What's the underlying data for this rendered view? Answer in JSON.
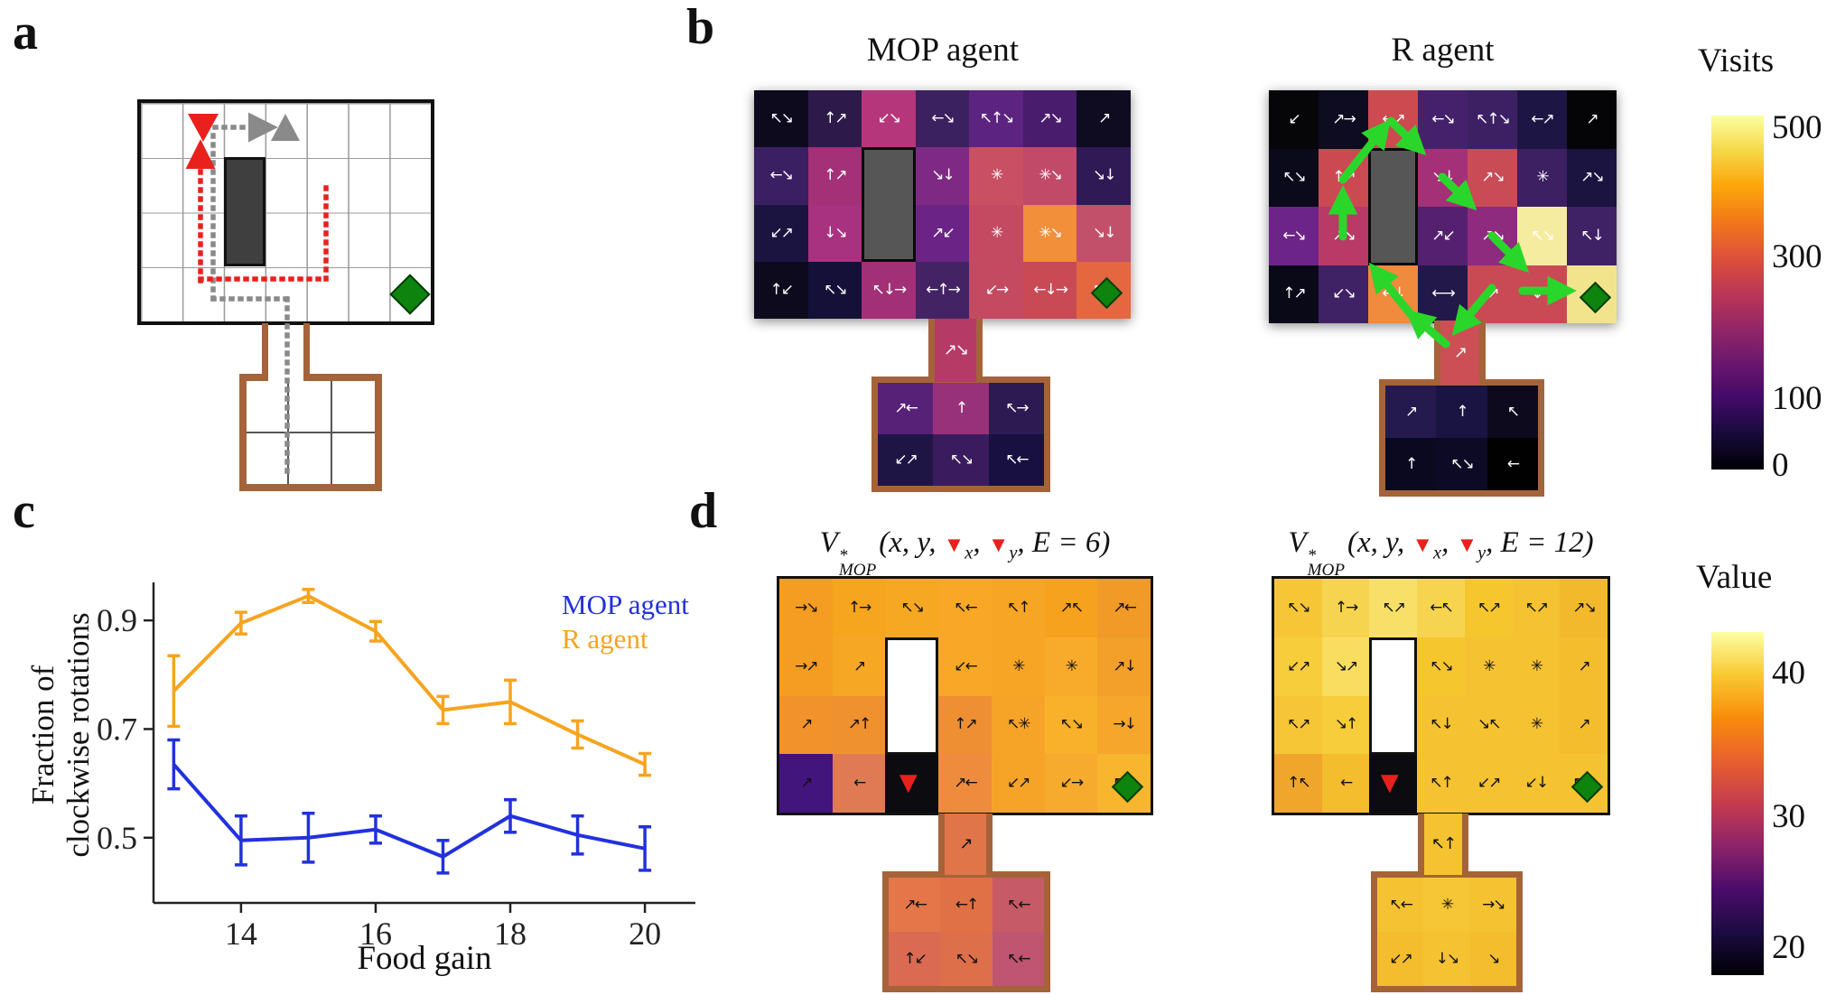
{
  "panels": {
    "a_label": "a",
    "b_label": "b",
    "c_label": "c",
    "d_label": "d"
  },
  "icons": {
    "down_triangle": "▼",
    "goal": "goal-diamond",
    "agent": "red-down-triangle"
  },
  "panel_a": {
    "gray_path": [
      [
        238,
        141,
        298,
        141,
        1
      ],
      [
        236,
        150,
        236,
        331,
        0
      ],
      [
        236,
        331,
        318,
        331,
        0
      ],
      [
        318,
        331,
        318,
        523,
        0
      ]
    ],
    "red_path": [
      [
        222,
        311,
        222,
        164,
        1
      ],
      [
        222,
        309,
        361,
        309,
        0
      ],
      [
        361,
        309,
        361,
        206,
        0
      ]
    ]
  },
  "panel_b": {
    "mop_title": "MOP agent",
    "r_title": "R agent",
    "mop": {
      "colors": [
        "#0d0a1e",
        "#2d1a4a",
        "#b5367a",
        "#3b2160",
        "#5c2480",
        "#4a1c6e",
        "#0f0c22",
        "#3b1f63",
        "#a43077",
        "#565656",
        "#7e2a84",
        "#c94f63",
        "#c14a68",
        "#2f1a55",
        "#1c1440",
        "#a93280",
        "#565656",
        "#6b2486",
        "#c44a62",
        "#f18f3a",
        "#c3506a",
        "#0c0a1c",
        "#151038",
        "#a23077",
        "#432364",
        "#c44a62",
        "#c94a55",
        "#e4673f"
      ],
      "arrows": [
        "↖↘",
        "↑↗",
        "↙↘",
        "←↘",
        "↖↑↘",
        "↗↘",
        "↗",
        "←↘",
        "↑↗",
        "",
        "↘↓",
        "✳",
        "✳↘",
        "↘↓",
        "↙↗",
        "↓↘",
        "",
        "↗↙",
        "✳",
        "✳↘",
        "↘↓",
        "↑↙",
        "↖↘",
        "↖↓→",
        "←↑→",
        "↙→",
        "←↓→",
        "↖↘"
      ],
      "goal_index": 27,
      "corridor": {
        "color": "#b53a66",
        "arrows": "↗↘"
      },
      "nest": {
        "colors": [
          "#582178",
          "#973179",
          "#2e1a52",
          "#1f1545",
          "#3a1c5e",
          "#171040"
        ],
        "arrows": [
          "↗←",
          "↑",
          "↖→",
          "↙↗",
          "↖↘",
          "↖←"
        ]
      }
    },
    "r": {
      "colors": [
        "#060608",
        "#0e0c20",
        "#cc4a50",
        "#46216b",
        "#3d2064",
        "#1d1644",
        "#050507",
        "#0b0a1a",
        "#cb4a52",
        "#565656",
        "#a43077",
        "#c84b55",
        "#3c2062",
        "#1b1340",
        "#6d2488",
        "#b93a66",
        "#565656",
        "#55206f",
        "#8e2b7e",
        "#f5ec9f",
        "#3f2166",
        "#0a0918",
        "#3f2166",
        "#f08a3c",
        "#221849",
        "#c94a55",
        "#c94a55",
        "#f2e48d"
      ],
      "arrows": [
        "↙",
        "↗→",
        "←↗",
        "←↘",
        "↖↑↘",
        "←↗",
        "↗",
        "↖↘",
        "↑↗",
        "",
        "↘↓",
        "↗↘",
        "✳",
        "↗↘",
        "←↘",
        "↗↘",
        "",
        "↗↙",
        "↗↘",
        "↖↘",
        "↖↓",
        "↑↗",
        "↙↘",
        "←↓",
        "←→",
        "↗",
        "↓→",
        "↖"
      ],
      "goal_index": 27,
      "corridor": {
        "color": "#cc4f55",
        "arrows": "↗"
      },
      "nest": {
        "colors": [
          "#241a4e",
          "#191442",
          "#0c0a1c",
          "#0a0920",
          "#0c0a24",
          "#010102"
        ],
        "arrows": [
          "↗",
          "↑",
          "↖",
          "↑",
          "↖↘",
          "←"
        ]
      },
      "green_path": [
        [
          1487,
          199,
          1532,
          142
        ],
        [
          1540,
          134,
          1570,
          163
        ],
        [
          1487,
          262,
          1487,
          218
        ],
        [
          1597,
          196,
          1626,
          224
        ],
        [
          1652,
          261,
          1684,
          293
        ],
        [
          1686,
          322,
          1733,
          322
        ],
        [
          1562,
          348,
          1524,
          301
        ],
        [
          1652,
          319,
          1616,
          362
        ],
        [
          1601,
          381,
          1566,
          351
        ]
      ]
    }
  },
  "colorbars": {
    "visits": {
      "title": "Visits",
      "gradient": [
        "#000004",
        "#160b39",
        "#420a68",
        "#6a176e",
        "#932667",
        "#bc3754",
        "#dd513a",
        "#f37819",
        "#fca50a",
        "#f6d746",
        "#fcffa4"
      ],
      "ticks": [
        {
          "label": "500",
          "frac": 0.965
        },
        {
          "label": "300",
          "frac": 0.6
        },
        {
          "label": "100",
          "frac": 0.2
        },
        {
          "label": "0",
          "frac": 0.01
        }
      ],
      "range": [
        0,
        500
      ]
    },
    "value": {
      "title": "Value",
      "gradient": [
        "#000004",
        "#1b0c41",
        "#4a0c6b",
        "#8c2369",
        "#c43c4e",
        "#e8602d",
        "#f98c0a",
        "#f9c932",
        "#fcffa4"
      ],
      "ticks": [
        {
          "label": "40",
          "frac": 0.88
        },
        {
          "label": "30",
          "frac": 0.46
        },
        {
          "label": "20",
          "frac": 0.08
        }
      ],
      "range": [
        18,
        43
      ]
    }
  },
  "chart_data": {
    "type": "line",
    "x": [
      13,
      14,
      15,
      16,
      17,
      18,
      19,
      20
    ],
    "series": [
      {
        "name": "MOP agent",
        "color": "#2231dd",
        "values": [
          0.635,
          0.495,
          0.5,
          0.515,
          0.465,
          0.54,
          0.505,
          0.48
        ],
        "errors": [
          0.045,
          0.045,
          0.045,
          0.025,
          0.03,
          0.03,
          0.035,
          0.04
        ]
      },
      {
        "name": "R agent",
        "color": "#f6a41f",
        "values": [
          0.77,
          0.895,
          0.945,
          0.88,
          0.735,
          0.75,
          0.69,
          0.635
        ],
        "errors": [
          0.065,
          0.02,
          0.012,
          0.018,
          0.025,
          0.04,
          0.025,
          0.02
        ]
      }
    ],
    "title": "",
    "xlabel": "Food gain",
    "ylabel": "Fraction of clockwise rotations",
    "ylabel_line1": "Fraction of",
    "ylabel_line2": "clockwise rotations",
    "x_ticks": [
      14,
      16,
      18,
      20
    ],
    "y_ticks": [
      0.5,
      0.7,
      0.9
    ],
    "xlim": [
      12.7,
      20.75
    ],
    "ylim": [
      0.38,
      0.97
    ],
    "grid": false,
    "legend_position": "top-right"
  },
  "panel_d": {
    "left": {
      "t_fn": "V",
      "t_sup": "*",
      "t_sub": "MOP",
      "t_open": "(x, y, ",
      "t_tri1": "▼",
      "t_xsub": "x",
      "t_comma": ", ",
      "t_tri2": "▼",
      "t_ysub": "y",
      "t_close": ", E = 6)",
      "map": {
        "colors": [
          "#f59d22",
          "#f6a51f",
          "#f7a822",
          "#f8a826",
          "#f7a524",
          "#f6a21e",
          "#f19a28",
          "#f59d22",
          "#f6a723",
          "#ffffff",
          "#f8a826",
          "#f7a524",
          "#f8ab2b",
          "#f3a02a",
          "#f2922b",
          "#f09130",
          "#ffffff",
          "#ee8f34",
          "#f6a428",
          "#f9b02b",
          "#f5a62b",
          "#42157d",
          "#e07a55",
          "#0b0b10",
          "#ee8b3c",
          "#f6a428",
          "#f7ab2e",
          "#f8b62e"
        ],
        "arrows": [
          "→↘",
          "↑→",
          "↖↘",
          "↖←",
          "↖↑",
          "↗↖",
          "↗←",
          "→↗",
          "↗",
          "",
          "↙←",
          "✳",
          "✳",
          "↗↓",
          "↗",
          "↗↑",
          "",
          "↑↗",
          "↖✳",
          "↖↘",
          "→↓",
          "↗",
          "←",
          "",
          "↗←",
          "↙↗",
          "↙→",
          "↖↑"
        ],
        "goal_index": 27,
        "agent_index": 23
      },
      "corridor": {
        "color": "#e07549",
        "arrows": "↗"
      },
      "nest": {
        "colors": [
          "#e4764a",
          "#e07045",
          "#c75a67",
          "#da6a51",
          "#dd6f4b",
          "#bf5570"
        ],
        "arrows": [
          "↗←",
          "←↑",
          "↖←",
          "↑↙",
          "↖↘",
          "↖←"
        ]
      }
    },
    "right": {
      "t_fn": "V",
      "t_sup": "*",
      "t_sub": "MOP",
      "t_open": "(x, y, ",
      "t_tri1": "▼",
      "t_xsub": "x",
      "t_comma": ", ",
      "t_tri2": "▼",
      "t_ysub": "y",
      "t_close": ", E = 12)",
      "map": {
        "colors": [
          "#f6c637",
          "#f7d44f",
          "#f8df68",
          "#f7d44f",
          "#f6c62f",
          "#f5c231",
          "#f3b92c",
          "#f7cd3b",
          "#f8dd60",
          "#ffffff",
          "#f6c62f",
          "#f5c231",
          "#f5c231",
          "#f4bd2e",
          "#f6c637",
          "#f7cd3b",
          "#ffffff",
          "#f5c231",
          "#f5c231",
          "#f5c231",
          "#f4bd2e",
          "#f0a62a",
          "#f4bd2e",
          "#0b0b10",
          "#f5c231",
          "#f5c231",
          "#f5c231",
          "#f5c231"
        ],
        "arrows": [
          "↖↘",
          "↑→",
          "↖↗",
          "←↖",
          "↖↗",
          "↖↗",
          "↗↘",
          "↙↗",
          "↘↗",
          "",
          "↖↘",
          "✳",
          "✳",
          "↗",
          "↖↗",
          "↘↑",
          "",
          "↖↓",
          "↘↖",
          "✳",
          "↗",
          "↑↖",
          "←",
          "",
          "↖↑",
          "↙↗",
          "↙↓",
          "↖↘"
        ],
        "goal_index": 27,
        "agent_index": 23
      },
      "corridor": {
        "color": "#f5c231",
        "arrows": "↖↑"
      },
      "nest": {
        "colors": [
          "#f5c231",
          "#f6c637",
          "#f5c231",
          "#f4bd2e",
          "#f5c231",
          "#f4bd2e"
        ],
        "arrows": [
          "↖←",
          "✳",
          "→↘",
          "↙↗",
          "↓↘",
          "↘"
        ]
      }
    }
  }
}
